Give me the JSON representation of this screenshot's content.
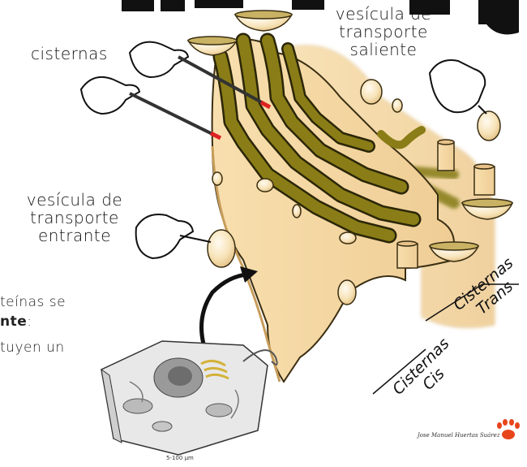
{
  "labels": {
    "cisternas": "cisternas",
    "vesicula_saliente": [
      "vesícula de",
      "transporte",
      "saliente"
    ],
    "vesicula_entrante": [
      "vesícula de",
      "transporte",
      "entrante"
    ],
    "cisternas_trans": [
      "Cisternas",
      "Trans"
    ],
    "cisternas_cis": [
      "Cisternas",
      "Cis"
    ]
  },
  "body_text": {
    "line1": "teínas se",
    "line2_bold": "nte",
    "line2_rest": ":",
    "line3": "tuyen un"
  },
  "scale_label": "5-100 µm",
  "signature": "Jose Manuel Huertas Suárez",
  "colors": {
    "cisterna_fill": "#8a7d17",
    "cisterna_stroke": "#2b2608",
    "membrane": "#f5d9a6",
    "membrane_dark": "#e8c289",
    "vesicle": "#f7e3b8",
    "paw": "#e8451c"
  }
}
